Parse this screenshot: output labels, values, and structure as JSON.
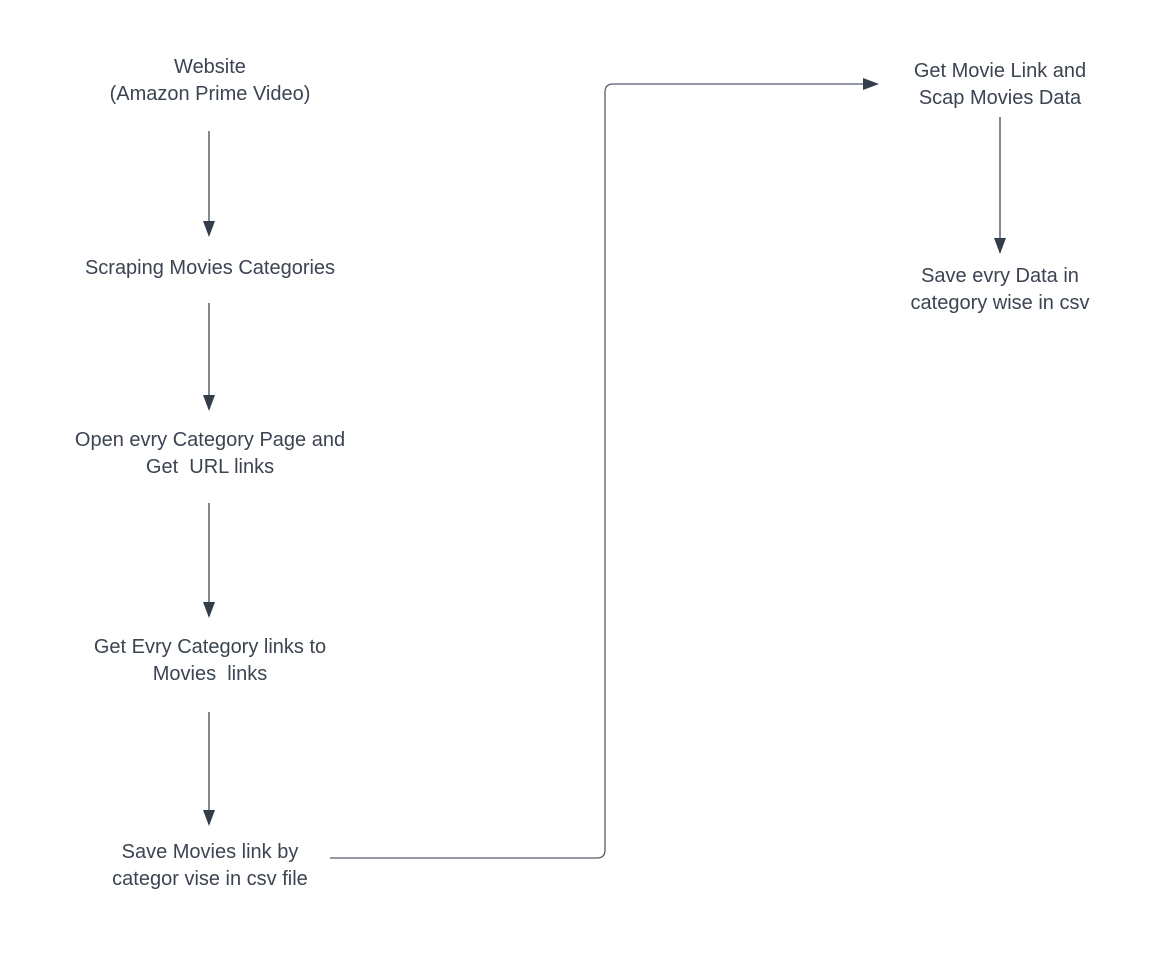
{
  "canvas": {
    "background_color": "#ffffff",
    "text_color": "#3b4452",
    "line_color": "#4d5564",
    "arrowhead_color": "#343d4c"
  },
  "nodes": [
    {
      "id": "website",
      "lines": [
        "Website",
        "(Amazon Prime Video)"
      ]
    },
    {
      "id": "scraping-categories",
      "lines": [
        "Scraping Movies Categories"
      ]
    },
    {
      "id": "open-category-pages",
      "lines": [
        "Open evry Category Page and",
        "Get  URL links"
      ]
    },
    {
      "id": "get-category-links",
      "lines": [
        "Get Evry Category links to",
        "Movies  links"
      ]
    },
    {
      "id": "save-movie-links",
      "lines": [
        "Save Movies link by",
        "categor vise in csv file"
      ]
    },
    {
      "id": "get-movie-link-scrape",
      "lines": [
        "Get Movie Link and",
        "Scap Movies Data"
      ]
    },
    {
      "id": "save-data-csv",
      "lines": [
        "Save evry Data in",
        "category wise in csv"
      ]
    }
  ],
  "edges": [
    {
      "from": "website",
      "to": "scraping-categories"
    },
    {
      "from": "scraping-categories",
      "to": "open-category-pages"
    },
    {
      "from": "open-category-pages",
      "to": "get-category-links"
    },
    {
      "from": "get-category-links",
      "to": "save-movie-links"
    },
    {
      "from": "save-movie-links",
      "to": "get-movie-link-scrape"
    },
    {
      "from": "get-movie-link-scrape",
      "to": "save-data-csv"
    }
  ]
}
